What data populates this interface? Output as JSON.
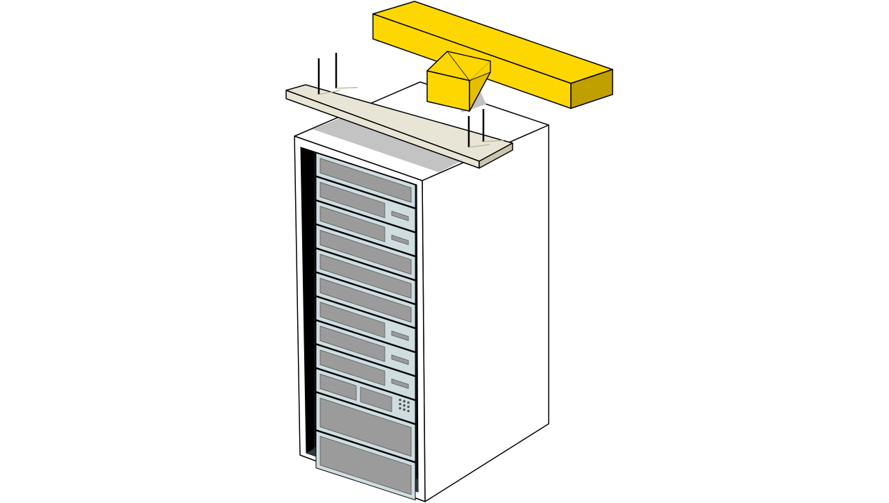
{
  "diagram": {
    "colors": {
      "background": "#ffffff",
      "outline": "#000000",
      "cabinet_body": "#ffffff",
      "cabinet_top_shadow": "#c3c3c3",
      "rack_interior": "#101010",
      "rack_floor": "#2c3a40",
      "server_panel": "#cfdde1",
      "server_drive": "#9b9b9b",
      "cable_tray": "#e8e5d6",
      "cable_tray_edge": "#c9c5ae",
      "duct_yellow": "#ffd700",
      "duct_yellow_dark": "#c09f00",
      "duct_yellow_side": "#e3bf00"
    },
    "server_units": [
      {
        "kind": "blank"
      },
      {
        "kind": "status"
      },
      {
        "kind": "status"
      },
      {
        "kind": "blank"
      },
      {
        "kind": "blank"
      },
      {
        "kind": "blank"
      },
      {
        "kind": "status"
      },
      {
        "kind": "status"
      },
      {
        "kind": "status"
      },
      {
        "kind": "split-keypad"
      },
      {
        "kind": "large"
      },
      {
        "kind": "large"
      }
    ]
  }
}
